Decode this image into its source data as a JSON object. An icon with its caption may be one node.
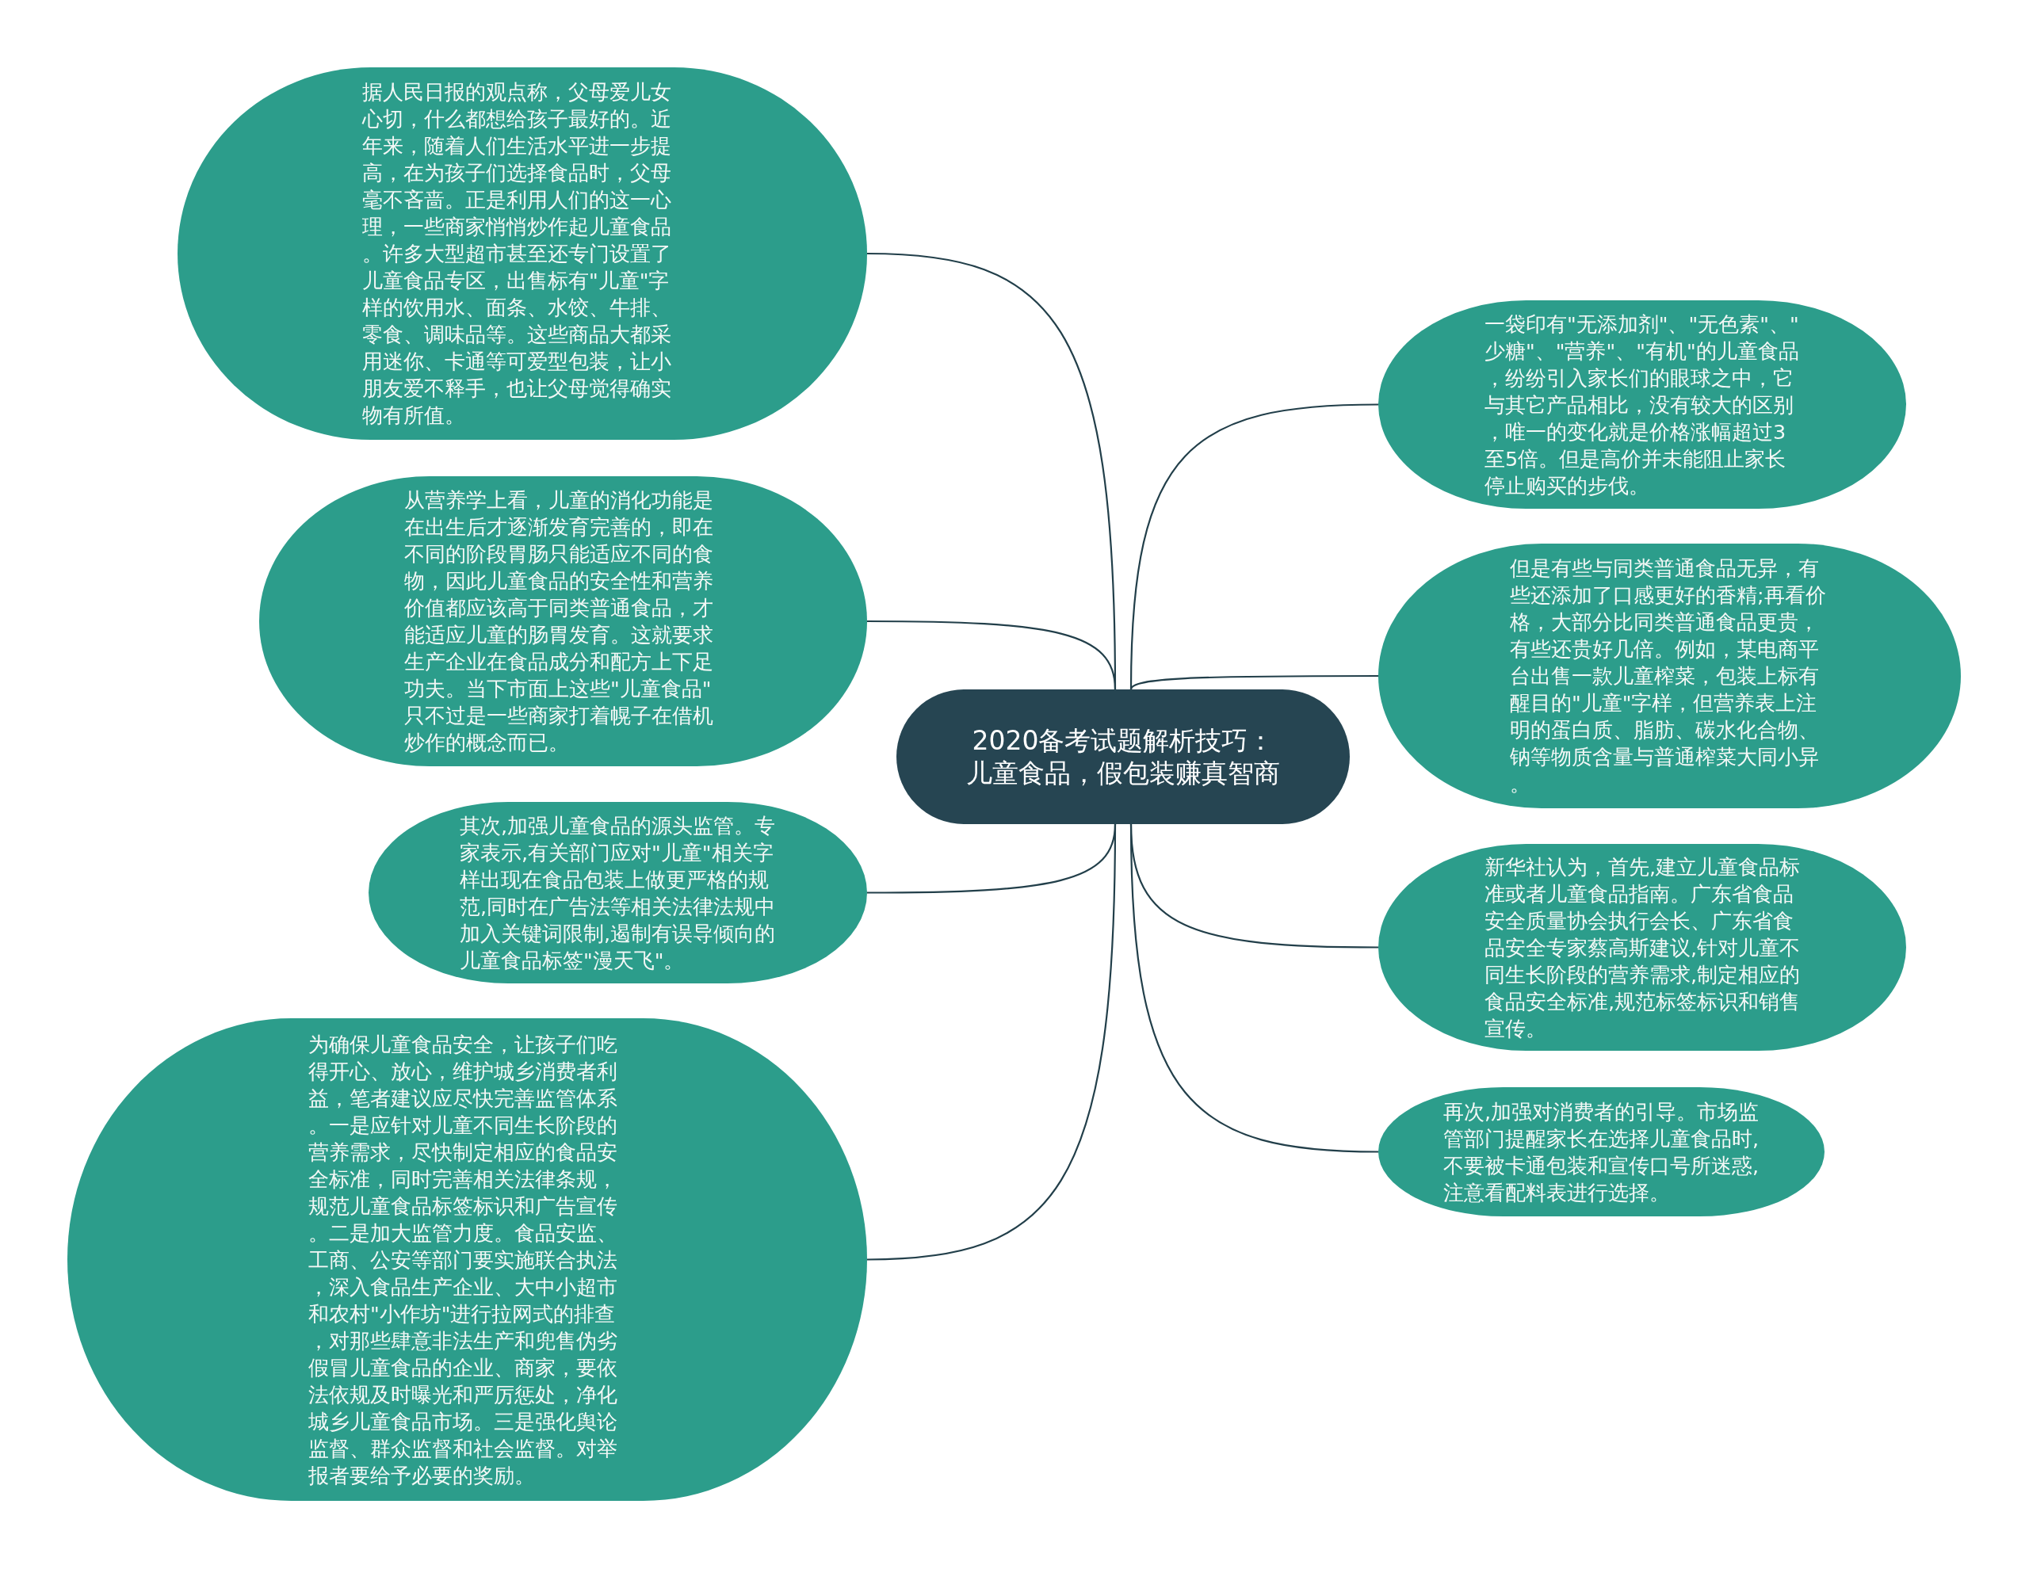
{
  "diagram": {
    "nodes": [
      {
        "text": [
          "2020备考试题解析技巧：儿童食品，假包装赚真智商"
        ]
      },
      {
        "text": [
          "据人民日报的观点称，父母爱儿女心切，什么都想给孩子最好的。近年来，随着人们生活水平进一步提高，在为孩子们选择食品时，父母毫不吝啬。正是利用人们的这一心理，一些商家悄悄炒作起儿童食品。许多大型超市甚至还专门设置了儿童食品专区，出售标有\"儿童\"字样的饮用水、面条、水饺、牛排、零食、调味品等。这些商品大都采用迷你、卡通等可爱型包装，让小朋友爱不释手，也让父母觉得确实物有所值。"
        ]
      },
      {
        "text": [
          "从营养学上看，儿童的消化功能是在出生后才逐渐发育完善的，即在不同的阶段胃肠只能适应不同的食物，因此儿童食品的安全性和营养价值都应该高于同类普通食品，才能适应儿童的肠胃发育。这就要求生产企业在食品成分和配方上下足功夫。当下市面上这些\"儿童食品\"只不过是一些商家打着幌子在借机炒作的概念而已。"
        ]
      },
      {
        "text": [
          "其次,加强儿童食品的源头监管。专家表示,有关部门应对\"儿童\"相关字样出现在食品包装上做更严格的规范,同时在广告法等相关法律法规中加入关键词限制,遏制有误导倾向的儿童食品标签\"漫天飞\"。"
        ]
      },
      {
        "text": [
          "为确保儿童食品安全，让孩子们吃得开心、放心，维护城乡消费者利益，笔者建议应尽快完善监管体系。一是应针对儿童不同生长阶段的营养需求，尽快制定相应的食品安全标准，同时完善相关法律条规，规范儿童食品标签标识和广告宣传。二是加大监管力度。食品安监、工商、公安等部门要实施联合执法，深入食品生产企业、大中小超市和农村\"小作坊\"进行拉网式的排查，对那些肆意非法生产和兜售伪劣假冒儿童食品的企业、商家，要依法依规及时曝光和严厉惩处，净化城乡儿童食品市场。三是强化舆论监督、群众监督和社会监督。对举报者要给予必要的奖励。"
        ]
      },
      {
        "text": [
          "一袋印有\"无添加剂\"、\"无色素\"、\"少糖\"、\"营养\"、\"有机\"的儿童食品，纷纷引入家长们的眼球之中，它与其它产品相比，没有较大的区别，唯一的变化就是价格涨幅超过3至5倍。但是高价并未能阻止家长停止购买的步伐。"
        ]
      },
      {
        "text": [
          "但是有些与同类普通食品无异，有些还添加了口感更好的香精;再看价格，大部分比同类普通食品更贵，有些还贵好几倍。例如，某电商平台出售一款儿童榨菜，包装上标有醒目的\"儿童\"字样，但营养表上注明的蛋白质、脂肪、碳水化合物、钠等物质含量与普通榨菜大同小异。"
        ]
      },
      {
        "text": [
          "新华社认为，首先,建立儿童食品标准或者儿童食品指南。广东省食品安全质量协会执行会长、广东省食品安全专家蔡高斯建议,针对儿童不同生长阶段的营养需求,制定相应的食品安全标准,规范标签标识和销售宣传。"
        ]
      },
      {
        "text": [
          "再次,加强对消费者的引导。市场监管部门提醒家长在选择儿童食品时,不要被卡通包装和宣传口号所迷惑,注意看配料表进行选择。"
        ]
      }
    ],
    "edges": [
      {
        "from": 0,
        "to": 1,
        "arrow": "none"
      },
      {
        "from": 0,
        "to": 2,
        "arrow": "none"
      },
      {
        "from": 0,
        "to": 3,
        "arrow": "none"
      },
      {
        "from": 0,
        "to": 4,
        "arrow": "none"
      },
      {
        "from": 0,
        "to": 5,
        "arrow": "none"
      },
      {
        "from": 0,
        "to": 6,
        "arrow": "none"
      },
      {
        "from": 0,
        "to": 7,
        "arrow": "none"
      },
      {
        "from": 0,
        "to": 8,
        "arrow": "none"
      }
    ]
  }
}
